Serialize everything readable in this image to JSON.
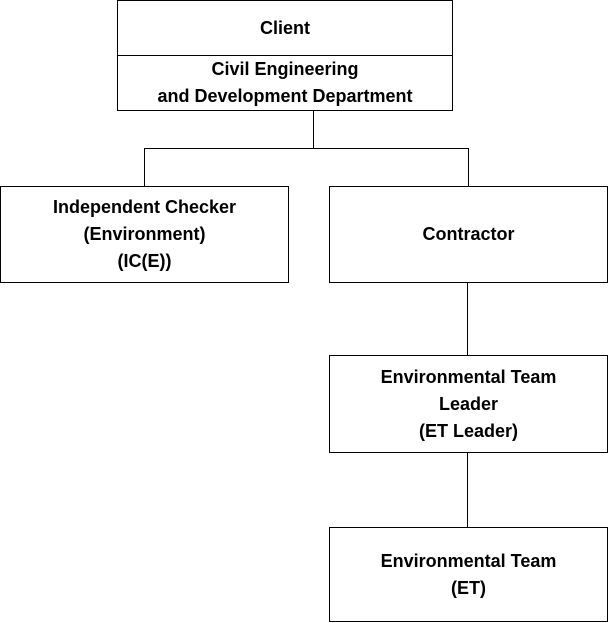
{
  "client": {
    "title": "Client",
    "lines": [
      "Civil Engineering",
      "and Development Department"
    ]
  },
  "ic": {
    "lines": [
      "Independent Checker",
      "(Environment)",
      "(IC(E))"
    ]
  },
  "contractor": {
    "lines": [
      "Contractor"
    ]
  },
  "et_leader": {
    "lines": [
      "Environmental Team",
      "Leader",
      "(ET Leader)"
    ]
  },
  "et": {
    "lines": [
      "Environmental Team",
      "(ET)"
    ]
  }
}
